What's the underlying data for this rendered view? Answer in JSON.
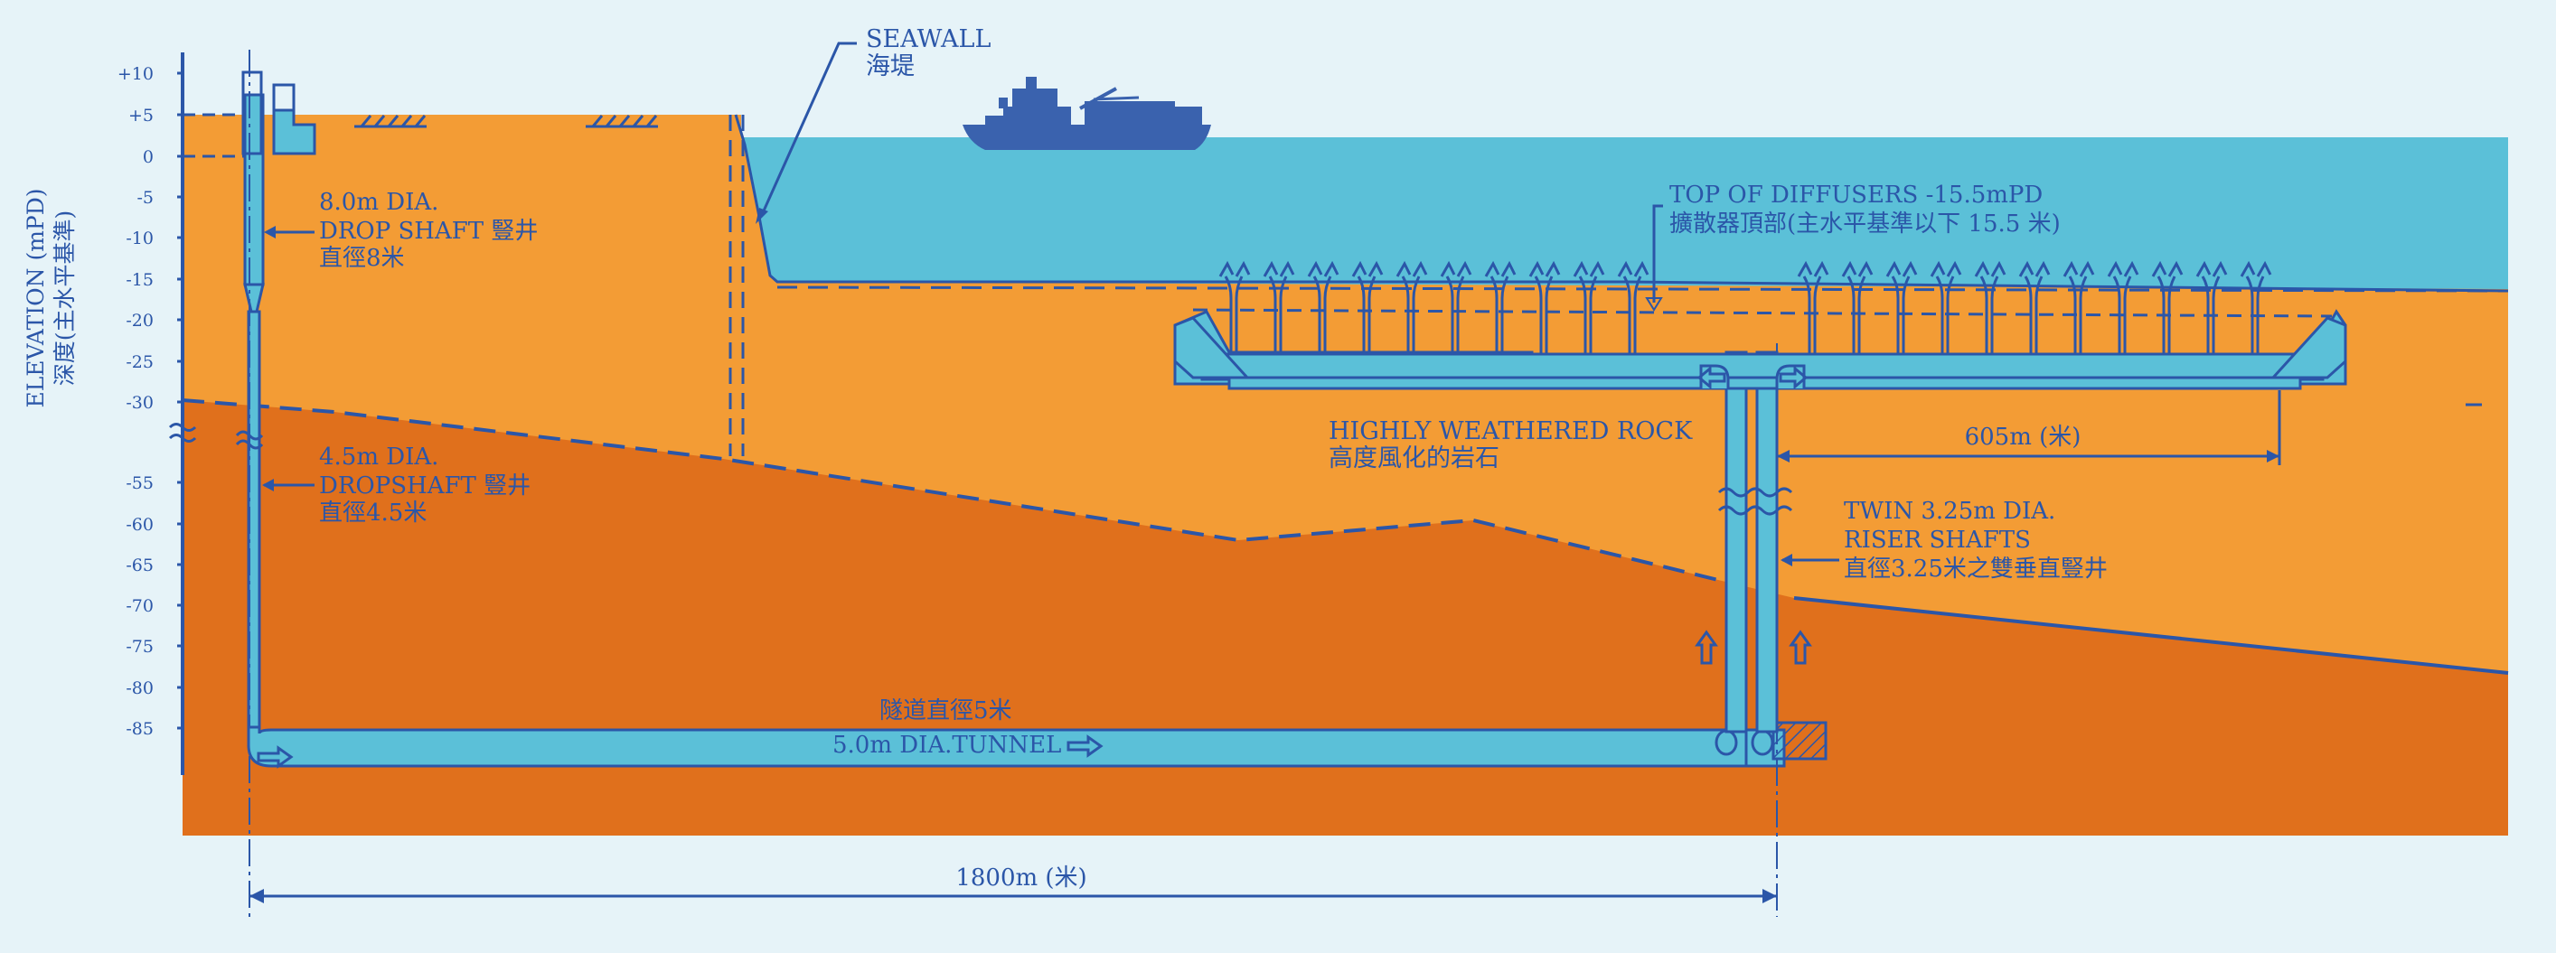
{
  "axis": {
    "title_en": "ELEVATION (mPD)",
    "title_zh": "深度(主水平基準)",
    "ticks": [
      "+10",
      "+5",
      "0",
      "-5",
      "-10",
      "-15",
      "-20",
      "-25",
      "-30",
      "-55",
      "-60",
      "-65",
      "-70",
      "-75",
      "-80",
      "-85"
    ]
  },
  "labels": {
    "seawall_en": "SEAWALL",
    "seawall_zh": "海堤",
    "drop8_l1": "8.0m DIA.",
    "drop8_l2": "DROP  SHAFT  豎井",
    "drop8_l3": "直徑8米",
    "drop45_l1": "4.5m DIA.",
    "drop45_l2": "DROPSHAFT   豎井",
    "drop45_l3": "直徑4.5米",
    "diffusers_l1": "TOP OF DIFFUSERS -15.5mPD",
    "diffusers_l2": "擴散器頂部(主水平基準以下 15.5 米)",
    "rock_en": "HIGHLY WEATHERED ROCK",
    "rock_zh": "高度風化的岩石",
    "dist605": "605m (米)",
    "riser_l1": "TWIN 3.25m DIA.",
    "riser_l2": "RISER SHAFTS",
    "riser_l3": "直徑3.25米之雙垂直豎井",
    "tunnel_zh": "隧道直徑5米",
    "tunnel_en": "5.0m DIA.TUNNEL",
    "dist1800": "1800m (米)"
  },
  "colors": {
    "background": "#e6f3f8",
    "sea": "#5bc0d8",
    "upper_soil": "#f39c35",
    "weathered_rock": "#e0701c",
    "line": "#2b56a8",
    "ship": "#3a62ae"
  },
  "icons": [
    "ship-icon",
    "up-arrow-icon",
    "right-arrow-icon",
    "hatch-icon"
  ]
}
